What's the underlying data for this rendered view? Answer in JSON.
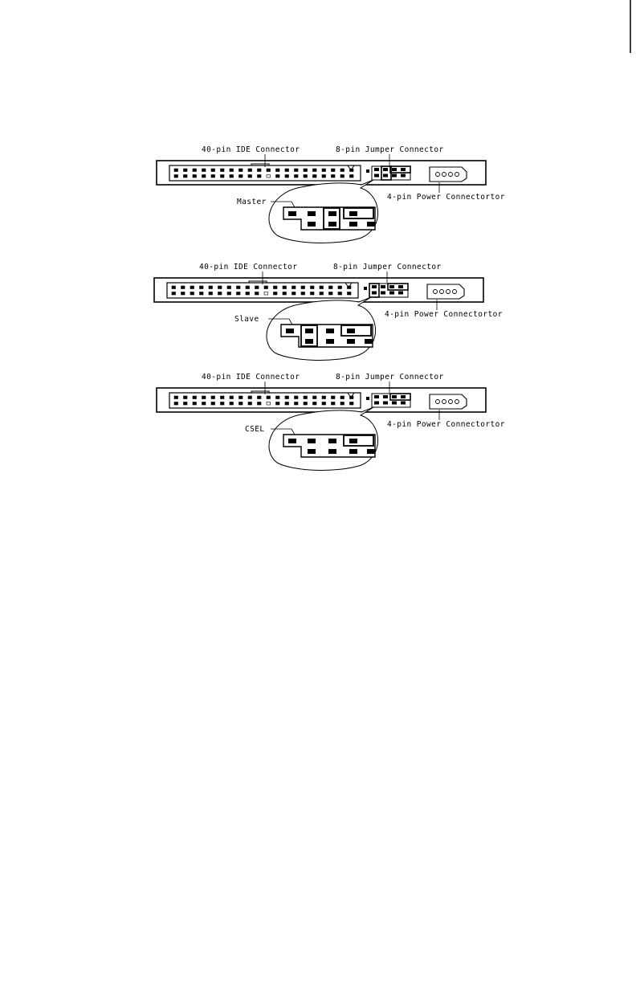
{
  "diagram": {
    "panels": [
      {
        "mode": "Master",
        "ide_label": "40-pin IDE Connector",
        "jumper_label": "8-pin Jumper Connector",
        "power_label": "4-pin Power Connectortor",
        "callout_label": "Master"
      },
      {
        "mode": "Slave",
        "ide_label": "40-pin IDE Connector",
        "jumper_label": "8-pin Jumper Connector",
        "power_label": "4-pin Power Connectortor",
        "callout_label": "Slave"
      },
      {
        "mode": "CSEL",
        "ide_label": "40-pin IDE Connector",
        "jumper_label": "8-pin Jumper Connector",
        "power_label": "4-pin Power Connectortor",
        "callout_label": "CSEL"
      }
    ],
    "ide_pin_count": 40,
    "power_pin_count": 4
  }
}
